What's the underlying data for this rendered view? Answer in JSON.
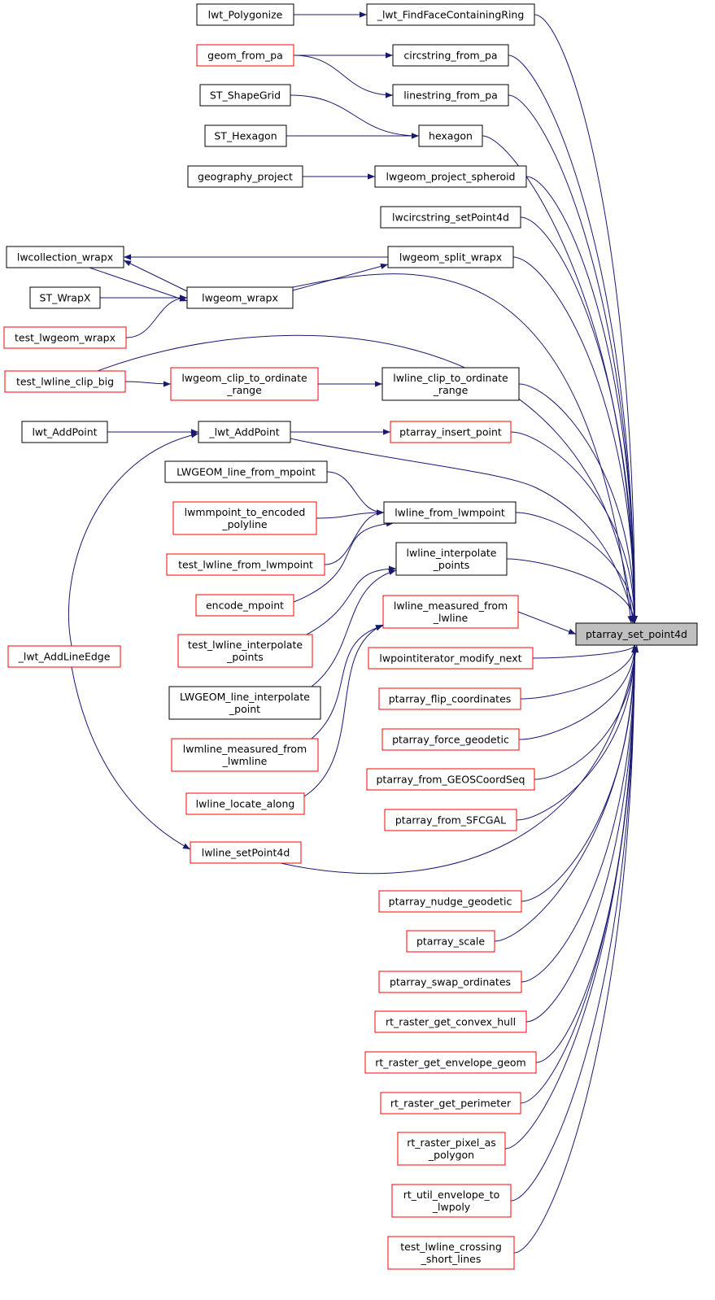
{
  "colors": {
    "edge": "#191970",
    "red_border": "#ff0000",
    "black_border": "#000000",
    "target_fill": "#bfbfbf",
    "node_fill": "#ffffff"
  },
  "target": {
    "id": "ptarray_set_point4d",
    "lines": [
      "ptarray_set_point4d"
    ]
  },
  "nodes": [
    {
      "id": "lwt_Polygonize",
      "lines": [
        "lwt_Polygonize"
      ],
      "border": "black"
    },
    {
      "id": "_lwt_FindFaceContainingRing",
      "lines": [
        "_lwt_FindFaceContainingRing"
      ],
      "border": "black"
    },
    {
      "id": "geom_from_pa",
      "lines": [
        "geom_from_pa"
      ],
      "border": "red"
    },
    {
      "id": "circstring_from_pa",
      "lines": [
        "circstring_from_pa"
      ],
      "border": "black"
    },
    {
      "id": "linestring_from_pa",
      "lines": [
        "linestring_from_pa"
      ],
      "border": "black"
    },
    {
      "id": "ST_ShapeGrid",
      "lines": [
        "ST_ShapeGrid"
      ],
      "border": "black"
    },
    {
      "id": "ST_Hexagon",
      "lines": [
        "ST_Hexagon"
      ],
      "border": "black"
    },
    {
      "id": "hexagon",
      "lines": [
        "hexagon"
      ],
      "border": "black"
    },
    {
      "id": "geography_project",
      "lines": [
        "geography_project"
      ],
      "border": "black"
    },
    {
      "id": "lwgeom_project_spheroid",
      "lines": [
        "lwgeom_project_spheroid"
      ],
      "border": "black"
    },
    {
      "id": "lwcircstring_setPoint4d",
      "lines": [
        "lwcircstring_setPoint4d"
      ],
      "border": "black"
    },
    {
      "id": "lwcollection_wrapx",
      "lines": [
        "lwcollection_wrapx"
      ],
      "border": "black"
    },
    {
      "id": "lwgeom_split_wrapx",
      "lines": [
        "lwgeom_split_wrapx"
      ],
      "border": "black"
    },
    {
      "id": "ST_WrapX",
      "lines": [
        "ST_WrapX"
      ],
      "border": "black"
    },
    {
      "id": "lwgeom_wrapx",
      "lines": [
        "lwgeom_wrapx"
      ],
      "border": "black"
    },
    {
      "id": "test_lwgeom_wrapx",
      "lines": [
        "test_lwgeom_wrapx"
      ],
      "border": "red"
    },
    {
      "id": "test_lwline_clip_big",
      "lines": [
        "test_lwline_clip_big"
      ],
      "border": "red"
    },
    {
      "id": "lwgeom_clip_to_ordinate_range",
      "lines": [
        "lwgeom_clip_to_ordinate",
        "_range"
      ],
      "border": "red"
    },
    {
      "id": "lwline_clip_to_ordinate_range",
      "lines": [
        "lwline_clip_to_ordinate",
        "_range"
      ],
      "border": "black"
    },
    {
      "id": "lwt_AddPoint",
      "lines": [
        "lwt_AddPoint"
      ],
      "border": "black"
    },
    {
      "id": "_lwt_AddPoint",
      "lines": [
        "_lwt_AddPoint"
      ],
      "border": "black"
    },
    {
      "id": "ptarray_insert_point",
      "lines": [
        "ptarray_insert_point"
      ],
      "border": "red"
    },
    {
      "id": "LWGEOM_line_from_mpoint",
      "lines": [
        "LWGEOM_line_from_mpoint"
      ],
      "border": "black"
    },
    {
      "id": "lwmmpoint_to_encoded_polyline",
      "lines": [
        "lwmmpoint_to_encoded",
        "_polyline"
      ],
      "border": "red"
    },
    {
      "id": "lwline_from_lwmpoint",
      "lines": [
        "lwline_from_lwmpoint"
      ],
      "border": "black"
    },
    {
      "id": "test_lwline_from_lwmpoint",
      "lines": [
        "test_lwline_from_lwmpoint"
      ],
      "border": "red"
    },
    {
      "id": "lwline_interpolate_points",
      "lines": [
        "lwline_interpolate",
        "_points"
      ],
      "border": "black"
    },
    {
      "id": "encode_mpoint",
      "lines": [
        "encode_mpoint"
      ],
      "border": "red"
    },
    {
      "id": "lwline_measured_from_lwline",
      "lines": [
        "lwline_measured_from",
        "_lwline"
      ],
      "border": "red"
    },
    {
      "id": "test_lwline_interpolate_points",
      "lines": [
        "test_lwline_interpolate",
        "_points"
      ],
      "border": "red"
    },
    {
      "id": "_lwt_AddLineEdge",
      "lines": [
        "_lwt_AddLineEdge"
      ],
      "border": "red"
    },
    {
      "id": "lwpointiterator_modify_next",
      "lines": [
        "lwpointiterator_modify_next"
      ],
      "border": "red"
    },
    {
      "id": "LWGEOM_line_interpolate_point",
      "lines": [
        "LWGEOM_line_interpolate",
        "_point"
      ],
      "border": "black"
    },
    {
      "id": "ptarray_flip_coordinates",
      "lines": [
        "ptarray_flip_coordinates"
      ],
      "border": "red"
    },
    {
      "id": "lwmline_measured_from_lwmline",
      "lines": [
        "lwmline_measured_from",
        "_lwmline"
      ],
      "border": "red"
    },
    {
      "id": "ptarray_force_geodetic",
      "lines": [
        "ptarray_force_geodetic"
      ],
      "border": "red"
    },
    {
      "id": "ptarray_from_GEOSCoordSeq",
      "lines": [
        "ptarray_from_GEOSCoordSeq"
      ],
      "border": "red"
    },
    {
      "id": "lwline_locate_along",
      "lines": [
        "lwline_locate_along"
      ],
      "border": "red"
    },
    {
      "id": "ptarray_from_SFCGAL",
      "lines": [
        "ptarray_from_SFCGAL"
      ],
      "border": "red"
    },
    {
      "id": "lwline_setPoint4d",
      "lines": [
        "lwline_setPoint4d"
      ],
      "border": "red"
    },
    {
      "id": "ptarray_nudge_geodetic",
      "lines": [
        "ptarray_nudge_geodetic"
      ],
      "border": "red"
    },
    {
      "id": "ptarray_scale",
      "lines": [
        "ptarray_scale"
      ],
      "border": "red"
    },
    {
      "id": "ptarray_swap_ordinates",
      "lines": [
        "ptarray_swap_ordinates"
      ],
      "border": "red"
    },
    {
      "id": "rt_raster_get_convex_hull",
      "lines": [
        "rt_raster_get_convex_hull"
      ],
      "border": "red"
    },
    {
      "id": "rt_raster_get_envelope_geom",
      "lines": [
        "rt_raster_get_envelope_geom"
      ],
      "border": "red"
    },
    {
      "id": "rt_raster_get_perimeter",
      "lines": [
        "rt_raster_get_perimeter"
      ],
      "border": "red"
    },
    {
      "id": "rt_raster_pixel_as_polygon",
      "lines": [
        "rt_raster_pixel_as",
        "_polygon"
      ],
      "border": "red"
    },
    {
      "id": "rt_util_envelope_to_lwpoly",
      "lines": [
        "rt_util_envelope_to",
        "_lwpoly"
      ],
      "border": "red"
    },
    {
      "id": "test_lwline_crossing_short_lines",
      "lines": [
        "test_lwline_crossing",
        "_short_lines"
      ],
      "border": "red"
    }
  ],
  "edges": [
    {
      "from": "_lwt_FindFaceContainingRing",
      "to": "ptarray_set_point4d"
    },
    {
      "from": "lwt_Polygonize",
      "to": "_lwt_FindFaceContainingRing"
    },
    {
      "from": "circstring_from_pa",
      "to": "ptarray_set_point4d"
    },
    {
      "from": "geom_from_pa",
      "to": "circstring_from_pa"
    },
    {
      "from": "geom_from_pa",
      "to": "linestring_from_pa"
    },
    {
      "from": "linestring_from_pa",
      "to": "ptarray_set_point4d"
    },
    {
      "from": "hexagon",
      "to": "ptarray_set_point4d"
    },
    {
      "from": "ST_ShapeGrid",
      "to": "hexagon"
    },
    {
      "from": "ST_Hexagon",
      "to": "hexagon"
    },
    {
      "from": "lwgeom_project_spheroid",
      "to": "ptarray_set_point4d"
    },
    {
      "from": "geography_project",
      "to": "lwgeom_project_spheroid"
    },
    {
      "from": "lwcircstring_setPoint4d",
      "to": "ptarray_set_point4d"
    },
    {
      "from": "lwgeom_split_wrapx",
      "to": "ptarray_set_point4d"
    },
    {
      "from": "lwgeom_split_wrapx",
      "to": "lwcollection_wrapx"
    },
    {
      "from": "lwgeom_wrapx",
      "to": "ptarray_set_point4d"
    },
    {
      "from": "lwgeom_wrapx",
      "to": "lwgeom_split_wrapx"
    },
    {
      "from": "lwgeom_wrapx",
      "to": "lwcollection_wrapx"
    },
    {
      "from": "lwcollection_wrapx",
      "to": "lwgeom_wrapx"
    },
    {
      "from": "ST_WrapX",
      "to": "lwgeom_wrapx"
    },
    {
      "from": "test_lwgeom_wrapx",
      "to": "lwgeom_wrapx"
    },
    {
      "from": "test_lwline_clip_big",
      "to": "ptarray_set_point4d"
    },
    {
      "from": "test_lwline_clip_big",
      "to": "lwgeom_clip_to_ordinate_range"
    },
    {
      "from": "lwgeom_clip_to_ordinate_range",
      "to": "lwline_clip_to_ordinate_range"
    },
    {
      "from": "lwline_clip_to_ordinate_range",
      "to": "ptarray_set_point4d"
    },
    {
      "from": "_lwt_AddPoint",
      "to": "ptarray_set_point4d"
    },
    {
      "from": "_lwt_AddPoint",
      "to": "ptarray_insert_point"
    },
    {
      "from": "lwt_AddPoint",
      "to": "_lwt_AddPoint"
    },
    {
      "from": "_lwt_AddLineEdge",
      "to": "_lwt_AddPoint"
    },
    {
      "from": "ptarray_insert_point",
      "to": "ptarray_set_point4d"
    },
    {
      "from": "lwline_from_lwmpoint",
      "to": "ptarray_set_point4d"
    },
    {
      "from": "LWGEOM_line_from_mpoint",
      "to": "lwline_from_lwmpoint"
    },
    {
      "from": "lwmmpoint_to_encoded_polyline",
      "to": "lwline_from_lwmpoint"
    },
    {
      "from": "test_lwline_from_lwmpoint",
      "to": "lwline_from_lwmpoint"
    },
    {
      "from": "encode_mpoint",
      "to": "lwline_from_lwmpoint"
    },
    {
      "from": "lwline_interpolate_points",
      "to": "ptarray_set_point4d"
    },
    {
      "from": "test_lwline_interpolate_points",
      "to": "lwline_interpolate_points"
    },
    {
      "from": "LWGEOM_line_interpolate_point",
      "to": "lwline_interpolate_points"
    },
    {
      "from": "lwline_measured_from_lwline",
      "to": "ptarray_set_point4d"
    },
    {
      "from": "lwmline_measured_from_lwmline",
      "to": "lwline_measured_from_lwline"
    },
    {
      "from": "lwline_locate_along",
      "to": "lwline_measured_from_lwline"
    },
    {
      "from": "lwpointiterator_modify_next",
      "to": "ptarray_set_point4d"
    },
    {
      "from": "ptarray_flip_coordinates",
      "to": "ptarray_set_point4d"
    },
    {
      "from": "ptarray_force_geodetic",
      "to": "ptarray_set_point4d"
    },
    {
      "from": "ptarray_from_GEOSCoordSeq",
      "to": "ptarray_set_point4d"
    },
    {
      "from": "ptarray_from_SFCGAL",
      "to": "ptarray_set_point4d"
    },
    {
      "from": "lwline_setPoint4d",
      "to": "ptarray_set_point4d"
    },
    {
      "from": "_lwt_AddLineEdge",
      "to": "lwline_setPoint4d"
    },
    {
      "from": "ptarray_nudge_geodetic",
      "to": "ptarray_set_point4d"
    },
    {
      "from": "ptarray_scale",
      "to": "ptarray_set_point4d"
    },
    {
      "from": "ptarray_swap_ordinates",
      "to": "ptarray_set_point4d"
    },
    {
      "from": "rt_raster_get_convex_hull",
      "to": "ptarray_set_point4d"
    },
    {
      "from": "rt_raster_get_envelope_geom",
      "to": "ptarray_set_point4d"
    },
    {
      "from": "rt_raster_get_perimeter",
      "to": "ptarray_set_point4d"
    },
    {
      "from": "rt_raster_pixel_as_polygon",
      "to": "ptarray_set_point4d"
    },
    {
      "from": "rt_util_envelope_to_lwpoly",
      "to": "ptarray_set_point4d"
    },
    {
      "from": "test_lwline_crossing_short_lines",
      "to": "ptarray_set_point4d"
    }
  ]
}
